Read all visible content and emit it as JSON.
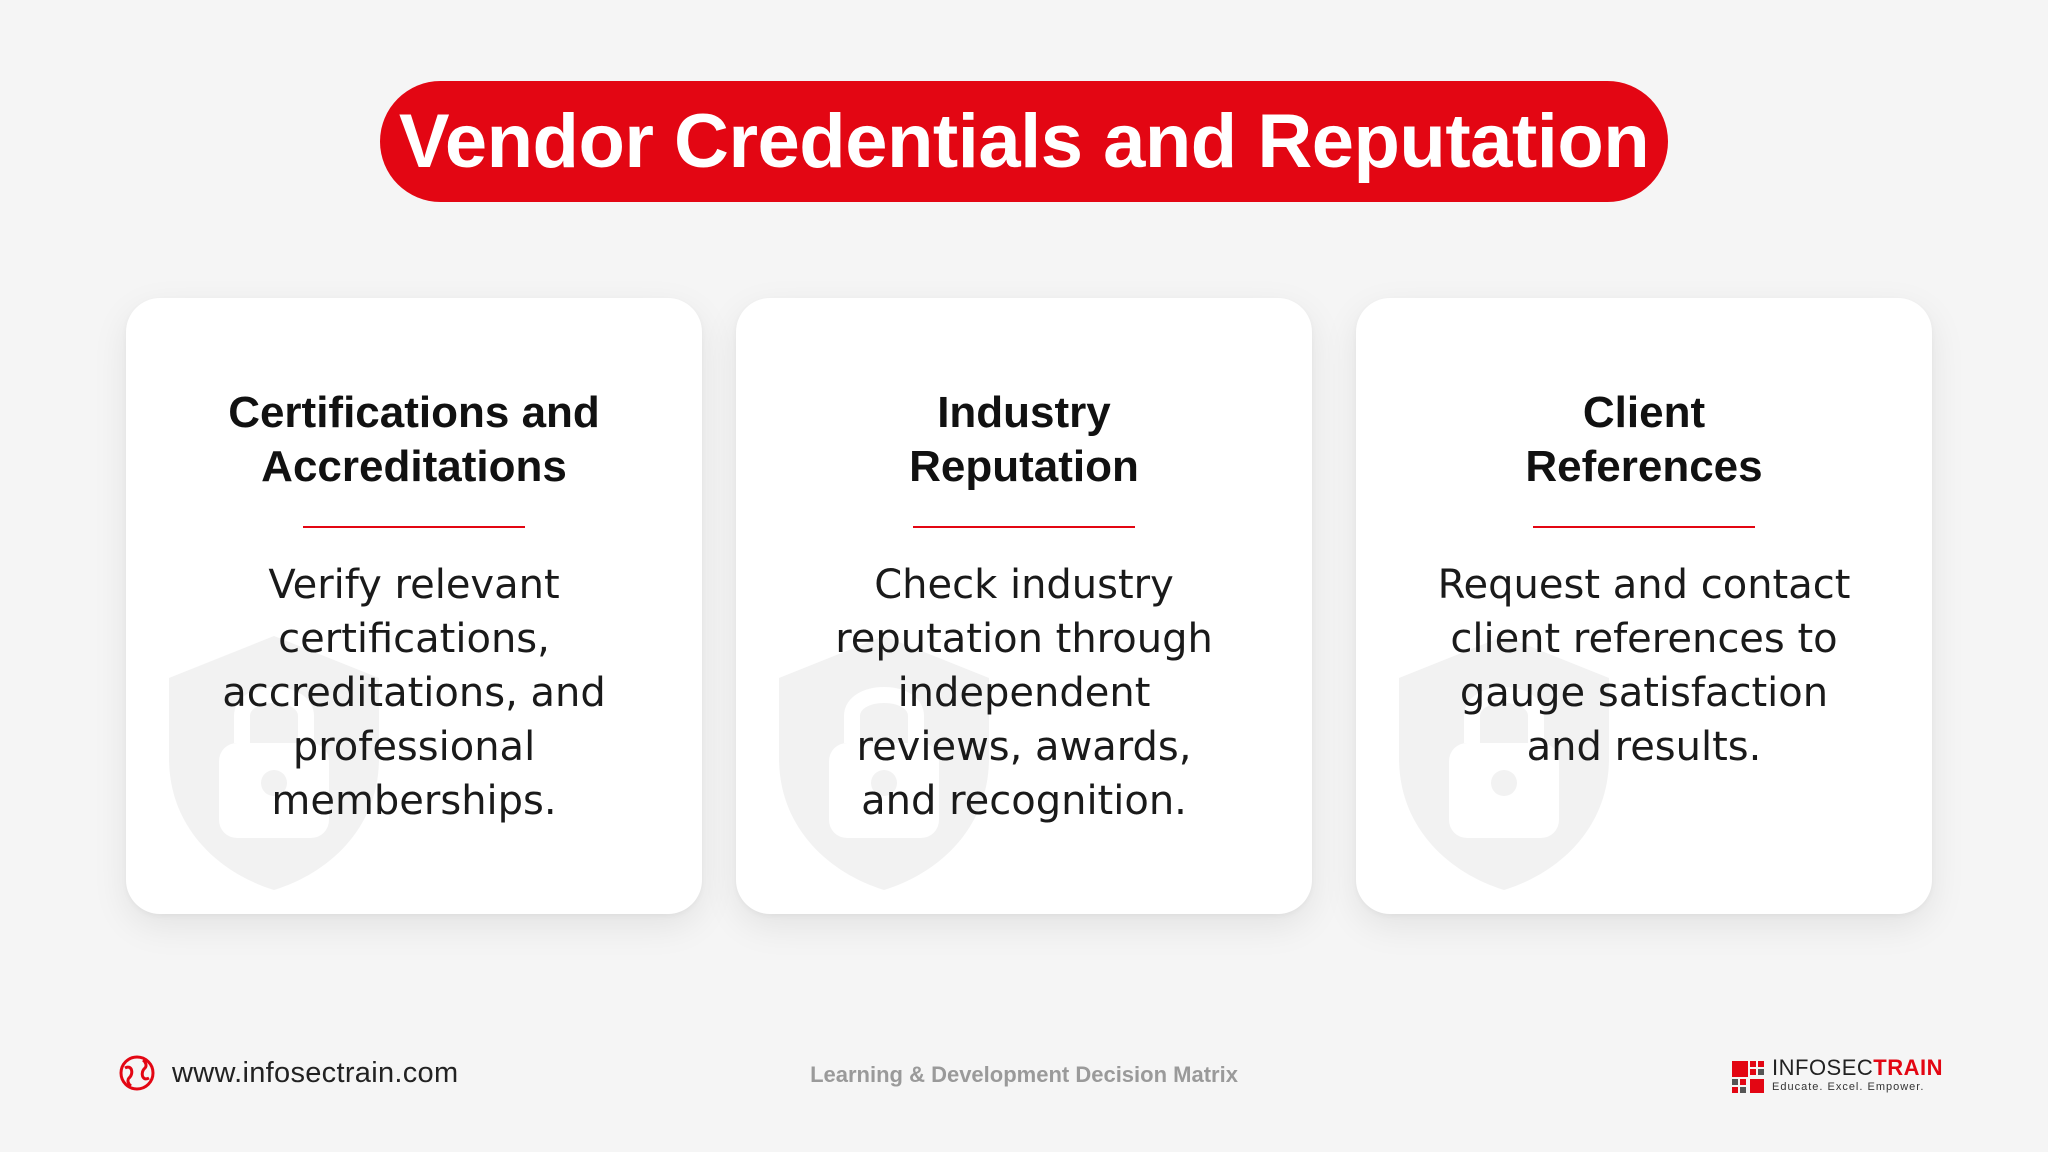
{
  "title": "Vendor Credentials and Reputation",
  "cards": [
    {
      "heading": "Certifications and Accreditations",
      "body": "Verify relevant certifications, accreditations, and professional memberships.",
      "watermark_icon": "shield-lock-icon"
    },
    {
      "heading": "Industry Reputation",
      "body": "Check industry reputation through independent reviews, awards, and recognition.",
      "watermark_icon": "shield-lock-icon"
    },
    {
      "heading": "Client References",
      "body": "Request and contact client references to gauge satisfaction and results.",
      "watermark_icon": "shield-lock-icon"
    }
  ],
  "footer": {
    "website": "www.infosectrain.com",
    "center_text": "Learning & Development Decision Matrix",
    "brand_prefix": "INFOSEC",
    "brand_suffix": "TRAIN",
    "tagline": "Educate. Excel. Empower."
  },
  "colors": {
    "accent": "#e30613",
    "background": "#f5f5f5",
    "card": "#ffffff"
  }
}
